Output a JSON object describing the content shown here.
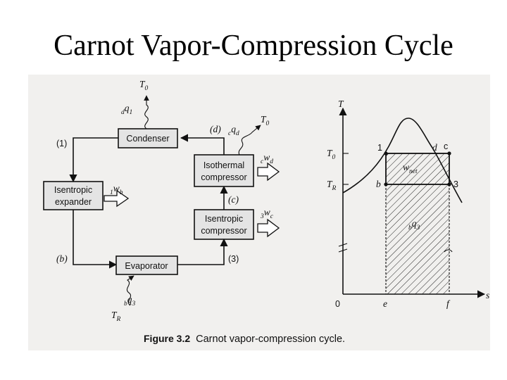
{
  "title": "Carnot Vapor-Compression Cycle",
  "components": {
    "condenser": "Condenser",
    "isothermal_1": "Isothermal",
    "isothermal_2": "compressor",
    "expander_1": "Isentropic",
    "expander_2": "expander",
    "isentropic_comp_1": "Isentropic",
    "isentropic_comp_2": "compressor",
    "evaporator": "Evaporator"
  },
  "states": {
    "s1": "(1)",
    "sd": "(d)",
    "sc": "(c)",
    "sb": "(b)",
    "s3": "(3)"
  },
  "flows": {
    "T0_main": "T",
    "T0_sub": "0",
    "q1_pre": "d",
    "q1_main": "q",
    "q1_sub": "1",
    "qd_pre": "c",
    "qd_main": "q",
    "qd_sub": "d",
    "T0b_main": "T",
    "T0b_sub": "0",
    "wd_pre": "c",
    "wd_main": "w",
    "wd_sub": "d",
    "wb_pre": "1",
    "wb_main": "w",
    "wb_sub": "b",
    "wc_pre": "3",
    "wc_main": "w",
    "wc_sub": "c",
    "q3_pre": "b",
    "q3_main": "q",
    "q3_sub": "3",
    "TR_main": "T",
    "TR_sub": "R"
  },
  "ts_diagram": {
    "axis_T": "T",
    "axis_s": "s",
    "origin": "0",
    "T0_main": "T",
    "T0_sub": "0",
    "TR_main": "T",
    "TR_sub": "R",
    "pt_1": "1",
    "pt_d": "d",
    "pt_c": "c",
    "pt_b": "b",
    "pt_3": "3",
    "pt_e": "e",
    "pt_f": "f",
    "wnet_main": "w",
    "wnet_sub": "net",
    "q3_pre": "b",
    "q3_main": "q",
    "q3_sub": "3"
  },
  "caption": {
    "label": "Figure 3.2",
    "text": "Carnot vapor-compression cycle."
  }
}
